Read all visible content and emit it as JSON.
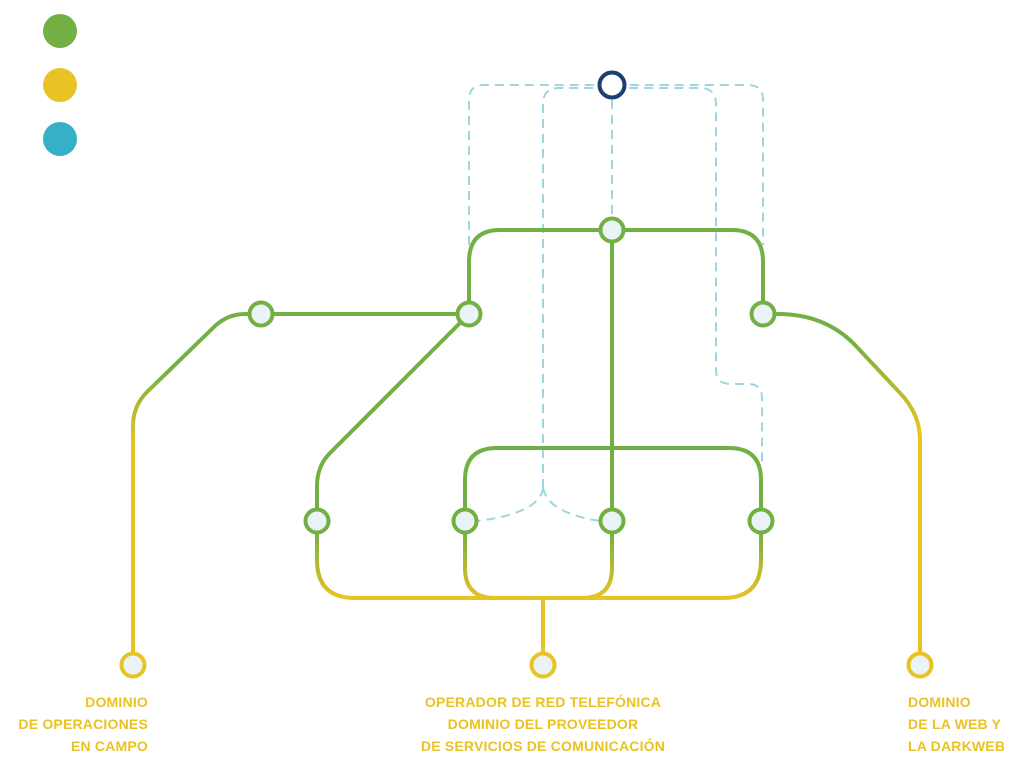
{
  "colors": {
    "green": "#72B043",
    "yellow": "#E9C223",
    "teal": "#35B0C4",
    "dashed": "#9ED6E0",
    "navy": "#1B3F72",
    "node_fill": "#EAF4F8",
    "label": "#E9C223"
  },
  "legend": [
    {
      "color_key": "green"
    },
    {
      "color_key": "yellow"
    },
    {
      "color_key": "teal"
    }
  ],
  "labels": {
    "left": [
      "DOMINIO",
      "DE OPERACIONES",
      "EN CAMPO"
    ],
    "middle": [
      "OPERADOR DE RED TELEFÓNICA",
      "DOMINIO DEL PROVEEDOR",
      "DE SERVICIOS DE COMUNICACIÓN"
    ],
    "right": [
      "DOMINIO",
      "DE LA WEB Y",
      "LA DARKWEB"
    ]
  }
}
